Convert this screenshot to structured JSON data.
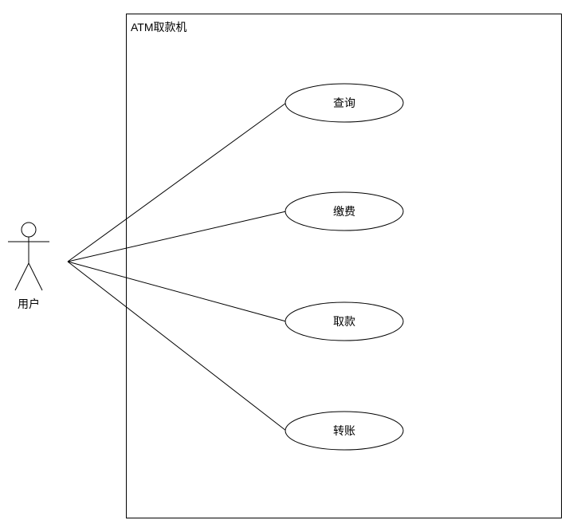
{
  "system": {
    "title": "ATM取款机"
  },
  "actor": {
    "label": "用户"
  },
  "use_cases": [
    {
      "label": "查询"
    },
    {
      "label": "缴费"
    },
    {
      "label": "取款"
    },
    {
      "label": "转账"
    }
  ],
  "colors": {
    "stroke": "#000000",
    "background": "#ffffff"
  }
}
